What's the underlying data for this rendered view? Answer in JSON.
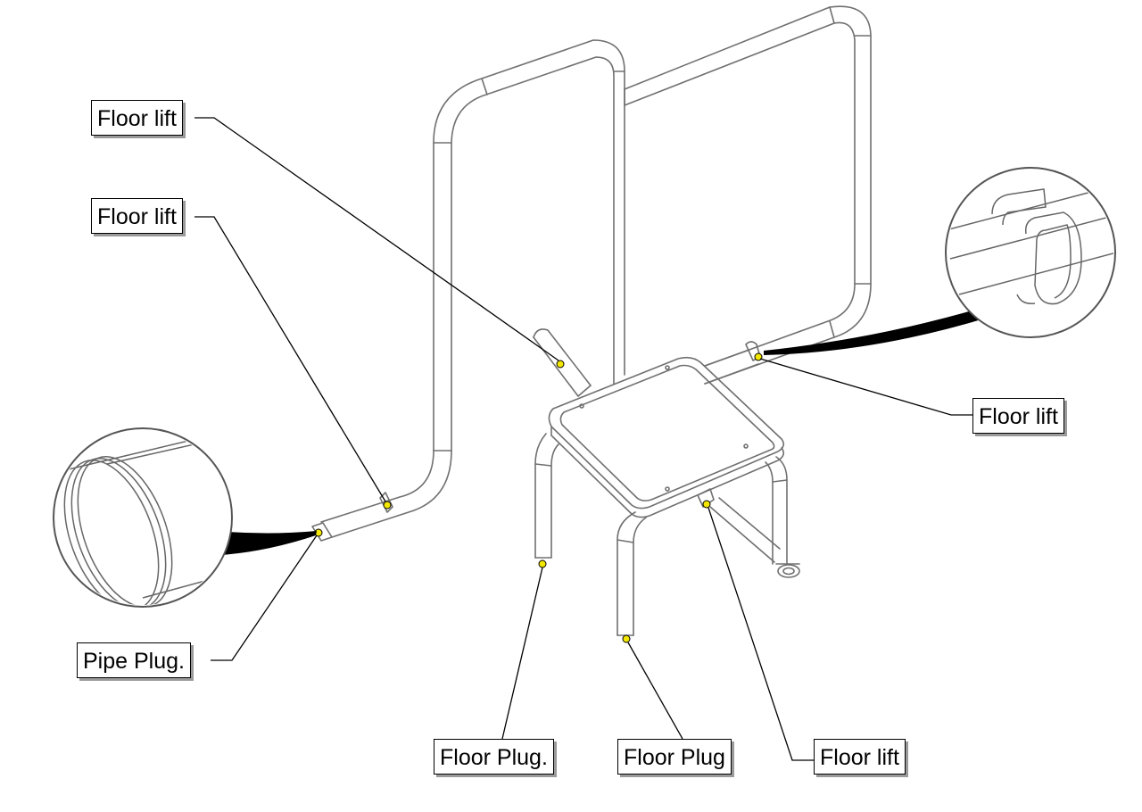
{
  "callouts": {
    "floor_lift_top_left": "Floor lift",
    "floor_lift_mid_left": "Floor lift",
    "floor_lift_right": "Floor lift",
    "pipe_plug": "Pipe Plug.",
    "floor_plug_left": "Floor Plug.",
    "floor_plug_mid": "Floor Plug",
    "floor_lift_bottom_right": "Floor lift"
  },
  "colors": {
    "line": "#000000",
    "tube_outline": "#707070",
    "marker_fill": "#f3e600",
    "label_shadow": "#9a9a9a"
  }
}
